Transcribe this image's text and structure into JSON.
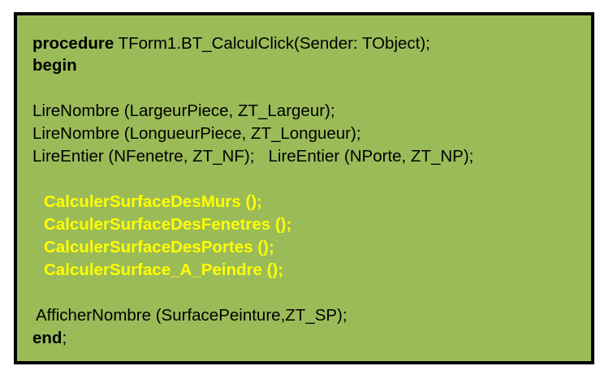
{
  "code": {
    "header_keyword": "procedure",
    "header_rest": " TForm1.BT_CalculClick(Sender: TObject);",
    "begin_keyword": "begin",
    "reads": [
      "LireNombre (LargeurPiece, ZT_Largeur);",
      "LireNombre (LongueurPiece, ZT_Longueur);",
      "LireEntier (NFenetre, ZT_NF);   LireEntier (NPorte, ZT_NP);"
    ],
    "calls": [
      "CalculerSurfaceDesMurs ();",
      "CalculerSurfaceDesFenetres ();",
      "CalculerSurfaceDesPortes ();",
      "CalculerSurface_A_Peindre ();"
    ],
    "display": "AfficherNombre (SurfacePeinture,ZT_SP);",
    "end_keyword": "end",
    "end_rest": ";"
  },
  "colors": {
    "panel_background": "#9bbb59",
    "border": "#000000",
    "highlight_text": "#ffff00",
    "normal_text": "#000000"
  }
}
